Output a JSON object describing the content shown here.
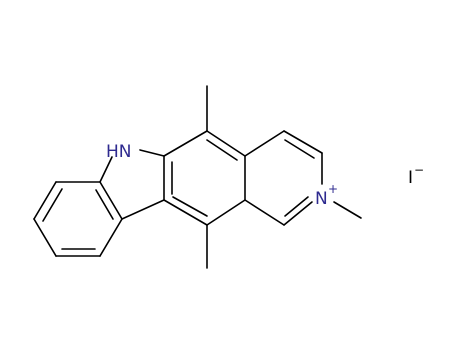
{
  "molecule": {
    "atom_labels": {
      "nh": "HN",
      "n_plus": "N",
      "n_plus_charge": "+",
      "iodide": "I",
      "iodide_charge": "−"
    },
    "colors": {
      "bond": "#000000",
      "nitrogen": "#2e2a8f",
      "background": "#ffffff"
    }
  }
}
